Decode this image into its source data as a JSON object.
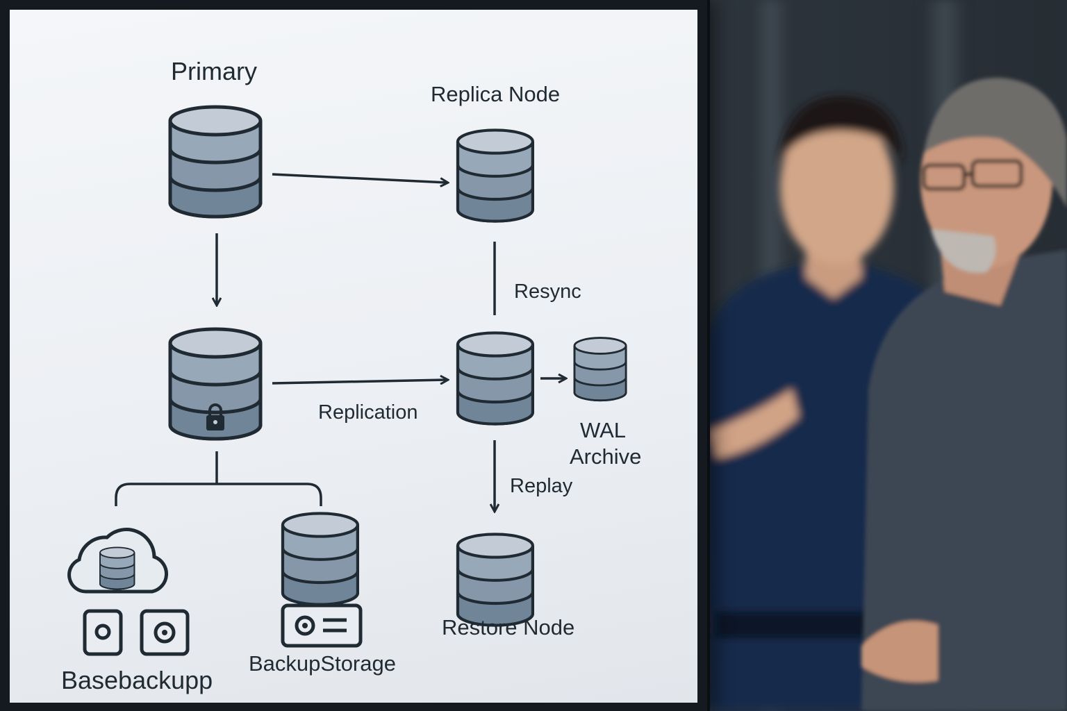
{
  "diagram": {
    "labels": {
      "primary": "Primary",
      "replica_node": "Replica Node",
      "resync": "Resync",
      "replication": "Replication",
      "wal_archive_line1": "WAL",
      "wal_archive_line2": "Archive",
      "replay": "Replay",
      "restore_node": "Restore Node",
      "basebackup": "Basebackupp",
      "backup_storage": "BackupStorage"
    },
    "icons": {
      "primary_db": "database-icon",
      "replica_db": "database-icon",
      "standby_db": "locked-database-icon",
      "middle_replica_db": "database-icon",
      "wal_archive_db": "database-icon",
      "restore_db": "database-icon",
      "cloud_backup": "cloud-database-icon",
      "backup_storage_db": "database-icon",
      "basebackup_disks": "disk-icon",
      "backup_storage_drive": "drive-icon",
      "lock": "lock-icon"
    },
    "colors": {
      "ink": "#1f2a33",
      "db_light": "#b9c4cf",
      "db_mid": "#8d9eae",
      "db_dark": "#6f8294",
      "screen_bg": "#eef1f4"
    }
  },
  "scene": {
    "background": "#2f3740",
    "person_left_shirt": "#16284a",
    "person_right_sweater": "#3b4450"
  }
}
